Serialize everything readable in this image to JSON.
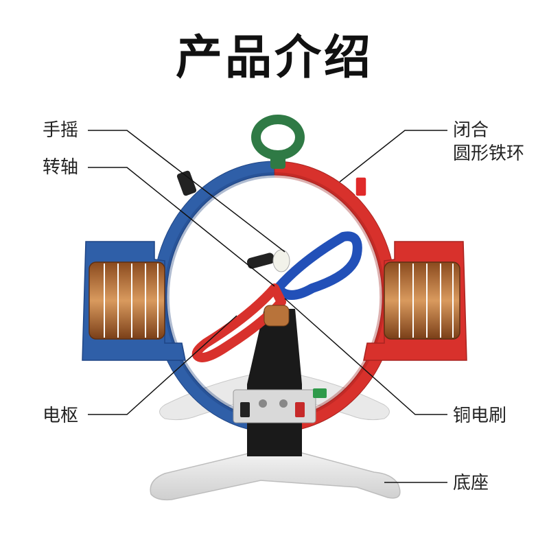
{
  "title": "产品介绍",
  "labels": {
    "hand_crank": "手摇",
    "shaft": "转轴",
    "armature": "电枢",
    "closed_ring_line1": "闭合",
    "closed_ring_line2": "圆形铁环",
    "copper_brush": "铜电刷",
    "base": "底座"
  },
  "colors": {
    "blue": "#2f5fa8",
    "red": "#d8312c",
    "green": "#2f7a45",
    "copper": "#b8733a",
    "base": "#e6e6e6",
    "stand": "#1a1a1a"
  }
}
